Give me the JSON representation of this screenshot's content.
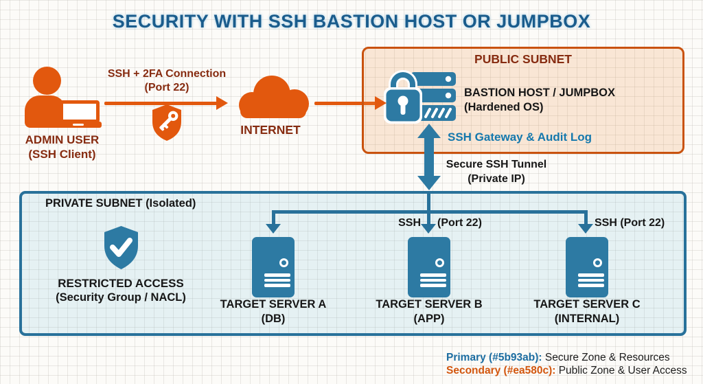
{
  "title": "SECURITY WITH SSH BASTION HOST OR JUMPBOX",
  "admin_user": {
    "label": "ADMIN USER",
    "sublabel": "(SSH Client)"
  },
  "connection": {
    "label": "SSH + 2FA Connection",
    "sublabel": "(Port 22)"
  },
  "internet": {
    "label": "INTERNET"
  },
  "public_subnet": {
    "title": "PUBLIC SUBNET",
    "bastion": {
      "label": "BASTION HOST / JUMPBOX",
      "sublabel": "(Hardened OS)"
    },
    "gateway_note": "SSH Gateway & Audit Log"
  },
  "tunnel": {
    "label": "Secure SSH Tunnel",
    "sublabel": "(Private IP)"
  },
  "private_subnet": {
    "title": "PRIVATE SUBNET (Isolated)",
    "restricted": {
      "label": "RESTRICTED ACCESS",
      "sublabel": "(Security Group / NACL)"
    },
    "ssh_b": {
      "label": "SSH",
      "port": "(Port 22)"
    },
    "ssh_c": {
      "label": "SSH (Port 22)"
    },
    "servers": [
      {
        "label": "TARGET SERVER A",
        "sublabel": "(DB)"
      },
      {
        "label": "TARGET SERVER B",
        "sublabel": "(APP)"
      },
      {
        "label": "TARGET SERVER C",
        "sublabel": "(INTERNAL)"
      }
    ]
  },
  "legend": {
    "primary": {
      "term": "Primary (#5b93ab):",
      "desc": " Secure Zone & Resources"
    },
    "secondary": {
      "term": "Secondary (#ea580c):",
      "desc": " Public Zone & User Access"
    }
  },
  "colors": {
    "primary": "#5b93ab",
    "secondary": "#ea580c",
    "icon_blue": "#2d7aa3",
    "icon_orange": "#e2580e",
    "dark_red_text": "#862b10",
    "title_blue": "#1a5c8c"
  }
}
